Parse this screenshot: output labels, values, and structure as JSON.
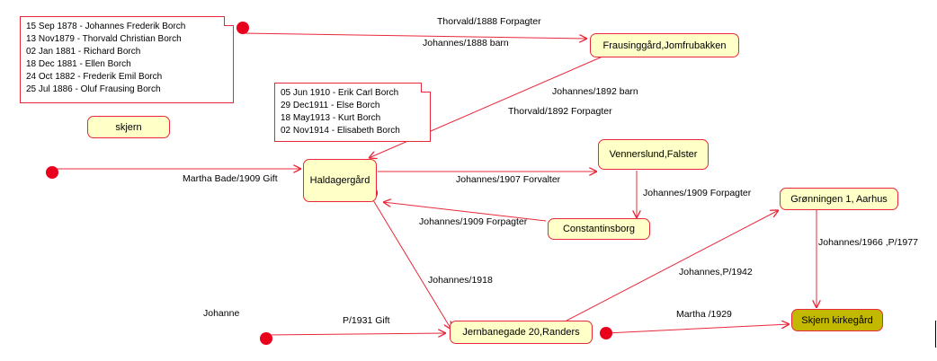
{
  "notes": {
    "children": [
      "15 Sep 1878 - Johannes Frederik Borch",
      "13 Nov1879 - Thorvald Christian Borch",
      "02 Jan 1881 - Richard Borch",
      "18 Dec 1881 - Ellen Borch",
      "24 Oct 1882 - Frederik Emil Borch",
      "25 Jul 1886 - Oluf Frausing Borch"
    ],
    "grandchildren": [
      "05 Jun 1910 - Erik Carl Borch",
      "29 Dec1911 - Else Borch",
      "18 May1913 - Kurt Borch",
      "02 Nov1914 - Elisabeth Borch"
    ]
  },
  "nodes": {
    "skjern": "skjern",
    "frausinggaard": "Frausinggård,Jomfrubakken",
    "haldagergaard": "Haldagergård",
    "vennerslund": "Vennerslund,Falster",
    "constantinsborg": "Constantinsborg",
    "groenningen": "Grønningen 1, Aarhus",
    "jernbanegade": "Jernbanegade 20,Randers",
    "skjern_kirkegaard": "Skjern kirkegård"
  },
  "labels": {
    "johanne": "Johanne",
    "thorvald_1888": "Thorvald/1888 Forpagter",
    "johannes_1888": "Johannes/1888 barn",
    "johannes_1892": "Johannes/1892 barn",
    "thorvald_1892": "Thorvald/1892 Forpagter",
    "martha_1909": "Martha Bade/1909 Gift",
    "johannes_1907": "Johannes/1907 Forvalter",
    "johannes_1909_a": "Johannes/1909 Forpagter",
    "johannes_1909_b": "Johannes/1909 Forpagter",
    "johannes_1966": "Johannes/1966 ,P/1977",
    "johannes_1918": "Johannes/1918",
    "johannes_p1942": "Johannes,P/1942",
    "p1931": "P/1931 Gift",
    "martha_1929": "Martha /1929"
  },
  "colors": {
    "line": "#e8283a",
    "node_fill": "#ffffc8",
    "final_fill": "#c2b800",
    "start_dot": "#e8001c"
  }
}
